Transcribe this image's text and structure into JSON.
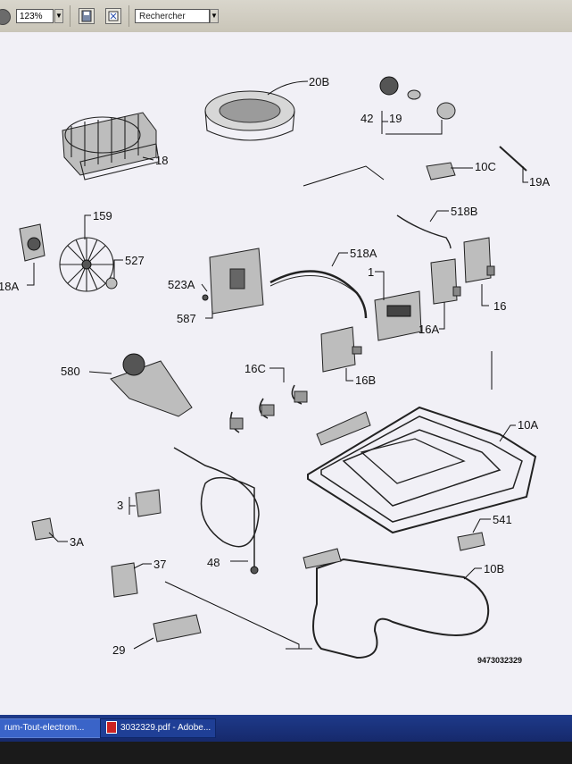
{
  "toolbar": {
    "zoom_value": "123%",
    "search_placeholder": "Rechercher"
  },
  "diagram": {
    "doc_number": "9473032329",
    "labels": {
      "p20b": "20B",
      "p18": "18",
      "p42": "42",
      "p19": "19",
      "p10c": "10C",
      "p19a": "19A",
      "p159": "159",
      "p527": "527",
      "p18a": "18A",
      "p518b": "518B",
      "p518a": "518A",
      "p523a": "523A",
      "p587": "587",
      "p1": "1",
      "p16": "16",
      "p16a": "16A",
      "p580": "580",
      "p16c": "16C",
      "p16b": "16B",
      "p10a": "10A",
      "p3": "3",
      "p3a": "3A",
      "p48": "48",
      "p37": "37",
      "p541": "541",
      "p10b": "10B",
      "p29": "29"
    }
  },
  "taskbar": {
    "items": [
      {
        "label": "rum-Tout-electrom..."
      },
      {
        "label": "3032329.pdf - Adobe..."
      }
    ]
  }
}
